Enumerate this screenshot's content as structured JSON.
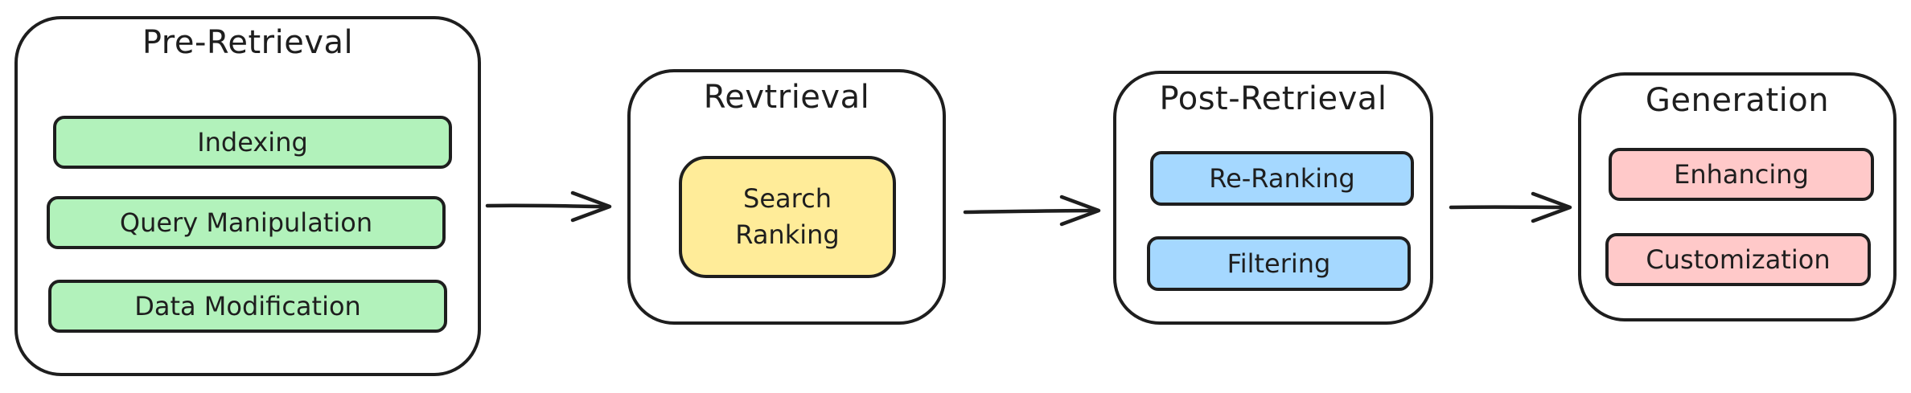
{
  "groups": [
    {
      "title": "Pre-Retrieval",
      "items": [
        "Indexing",
        "Query Manipulation",
        "Data Modification"
      ],
      "color": "#b2f2bb"
    },
    {
      "title": "Revtrieval",
      "items": [
        "Search Ranking"
      ],
      "color": "#ffec99"
    },
    {
      "title": "Post-Retrieval",
      "items": [
        "Re-Ranking",
        "Filtering"
      ],
      "color": "#a5d8ff"
    },
    {
      "title": "Generation",
      "items": [
        "Enhancing",
        "Customization"
      ],
      "color": "#ffc9c9"
    }
  ],
  "stroke_color": "#1e1e1e"
}
